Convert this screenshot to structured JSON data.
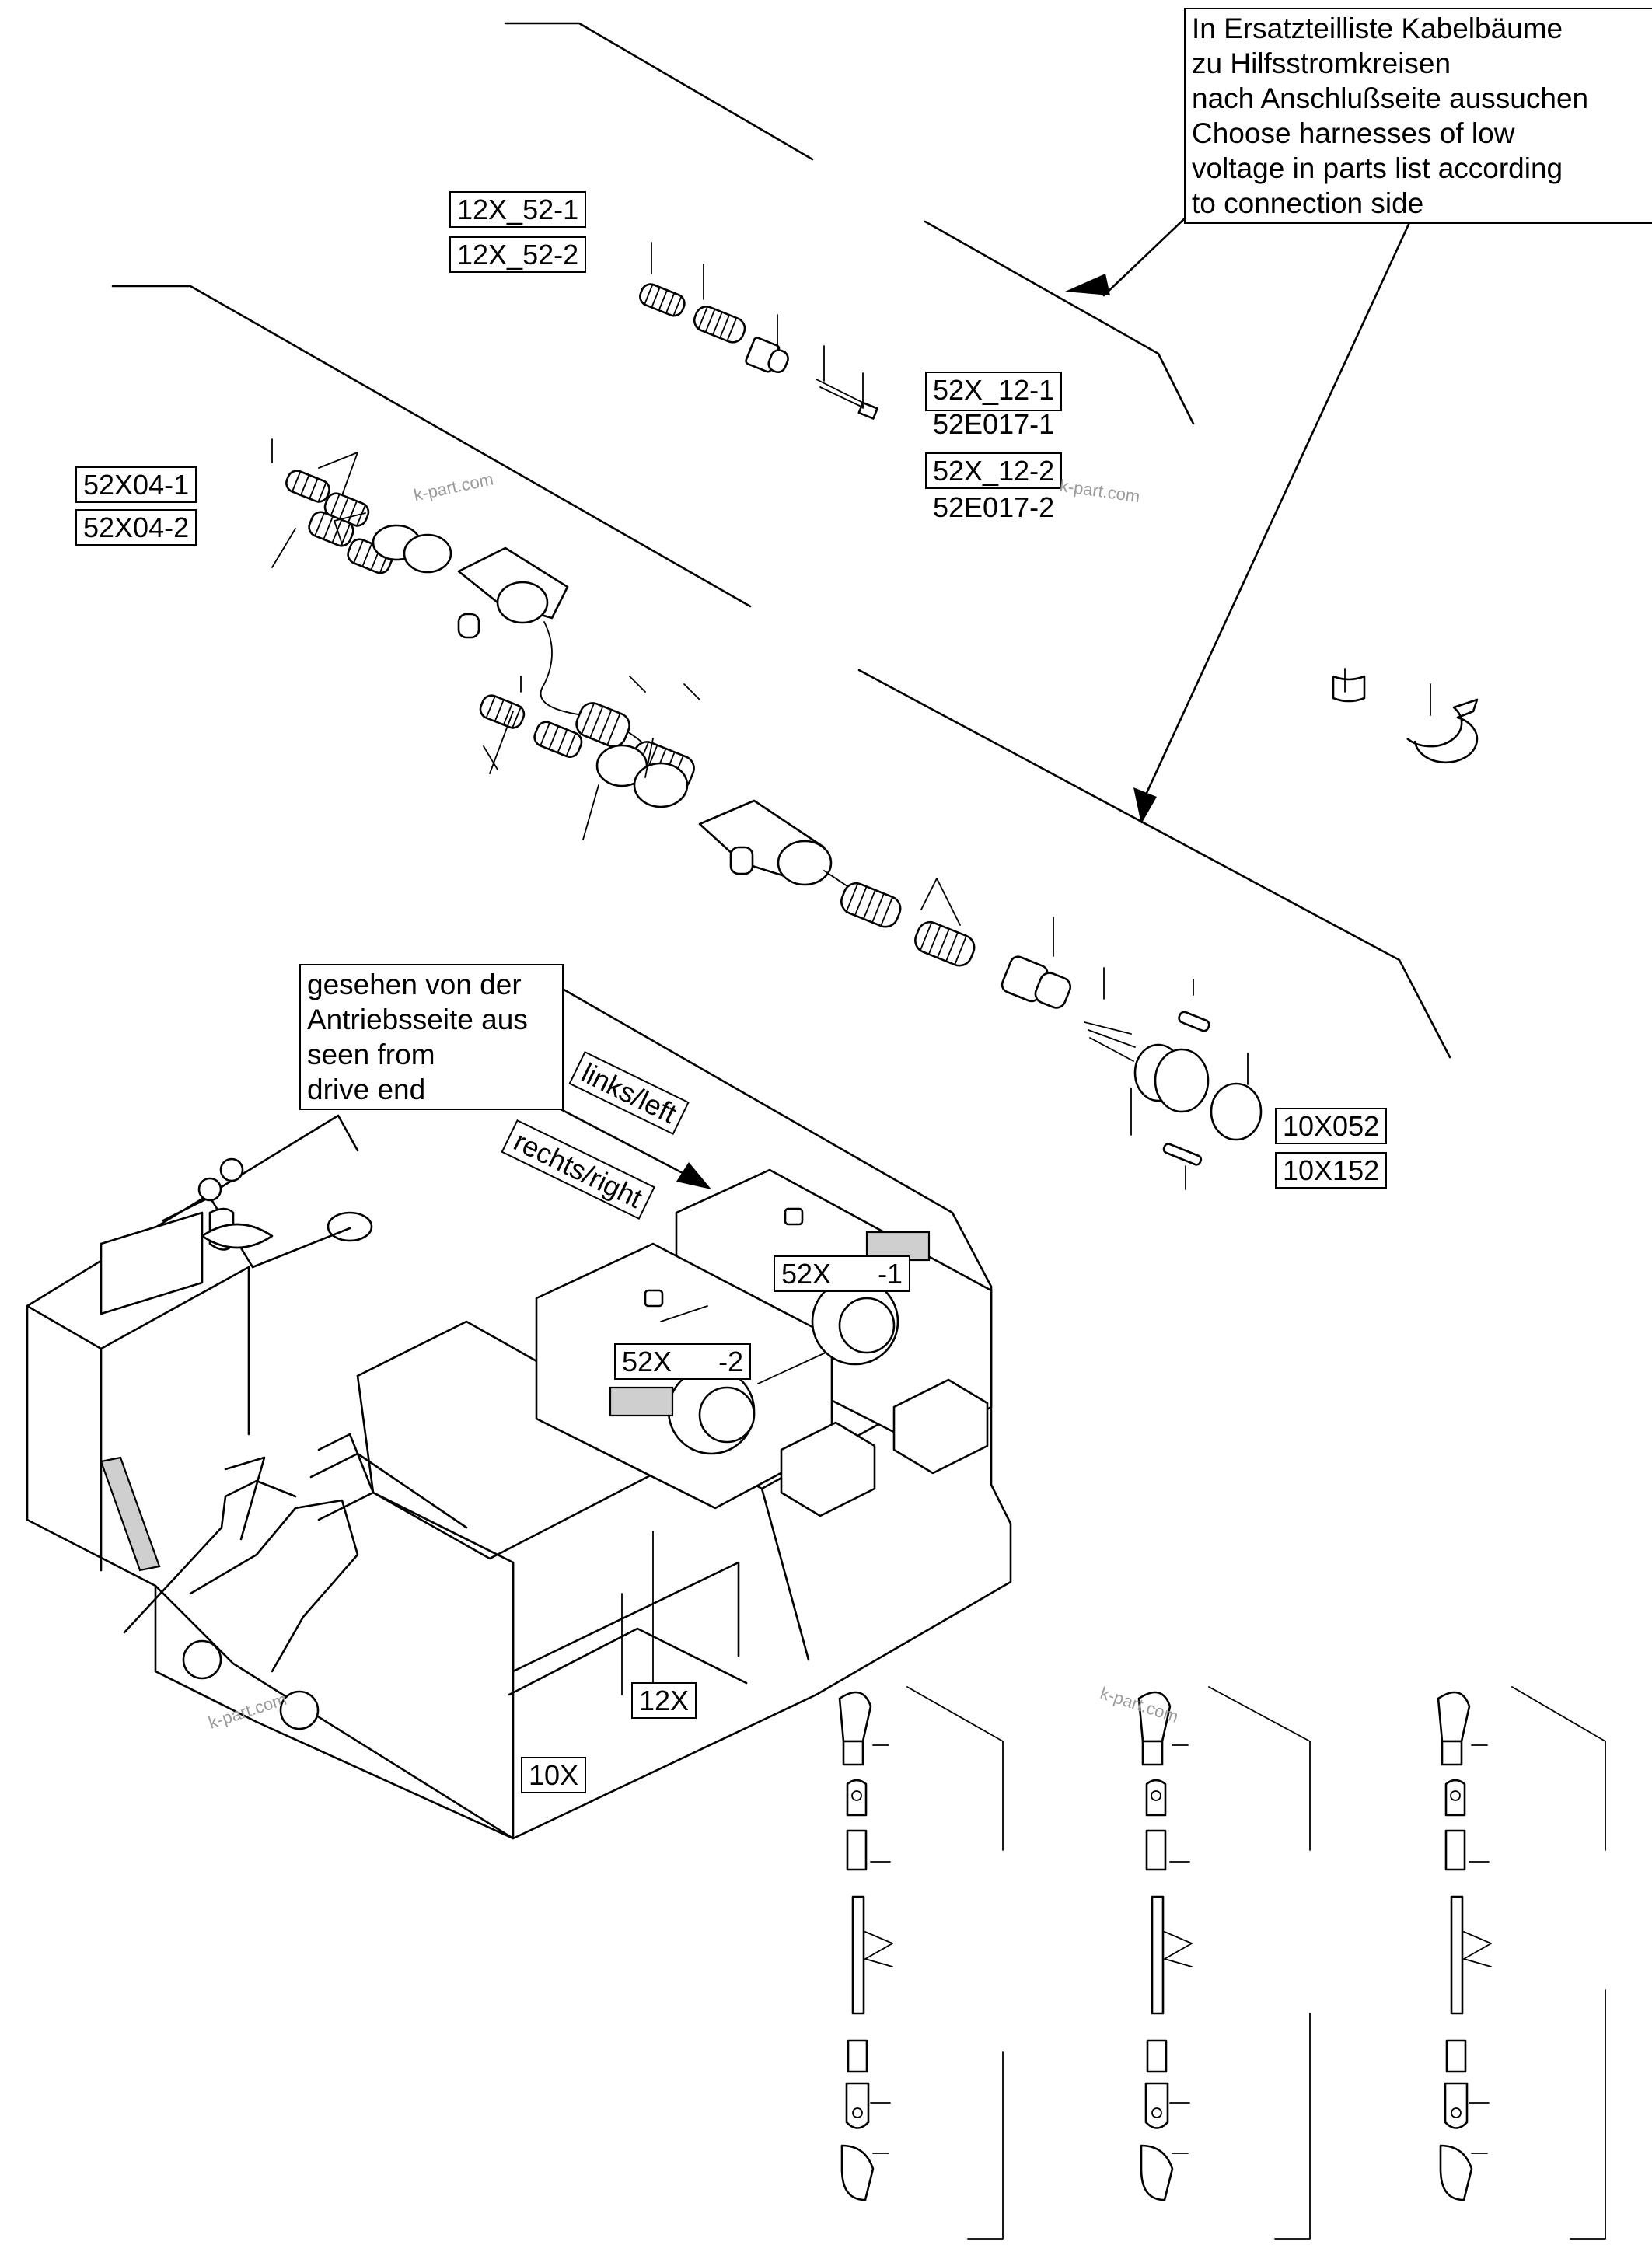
{
  "note_top": {
    "lines": [
      "In Ersatzteilliste Kabelbäume",
      "zu Hilfsstromkreisen",
      "nach Anschlußseite aussuchen",
      "Choose harnesses of low",
      "voltage in parts list according",
      "to connection side"
    ]
  },
  "note_side": {
    "lines": [
      "gesehen von der",
      "Antriebsseite aus",
      "seen from",
      "drive end"
    ]
  },
  "labels": {
    "x12_52_1": "12X_52-1",
    "x12_52_2": "12X_52-2",
    "x52_12_1": "52X_12-1",
    "e52_017_1": "52E017-1",
    "x52_12_2": "52X_12-2",
    "e52_017_2": "52E017-2",
    "x52_04_1": "52X04-1",
    "x52_04_2": "52X04-2",
    "x10_052": "10X052",
    "x10_152": "10X152",
    "links_left": "links/left",
    "rechts_right": "rechts/right",
    "x52_1": "52X      -1",
    "x52_2": "52X      -2",
    "x12": "12X",
    "x10": "10X"
  },
  "watermark": "k-part.com"
}
